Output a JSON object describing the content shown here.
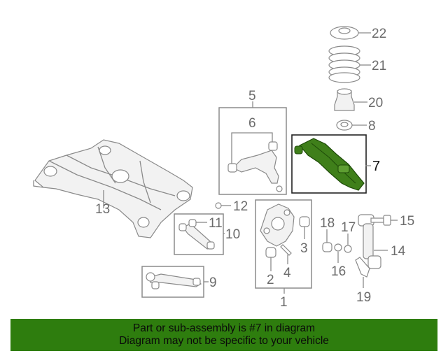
{
  "callouts": {
    "c1": "1",
    "c2": "2",
    "c3": "3",
    "c4": "4",
    "c5": "5",
    "c6": "6",
    "c7": "7",
    "c8": "8",
    "c9": "9",
    "c10": "10",
    "c11": "11",
    "c12": "12",
    "c13": "13",
    "c14": "14",
    "c15": "15",
    "c16": "16",
    "c17": "17",
    "c18": "18",
    "c19": "19",
    "c20": "20",
    "c21": "21",
    "c22": "22"
  },
  "highlight_color": "#3f7f1a",
  "banner": {
    "line1": "Part or sub-assembly is #7 in diagram",
    "line2": "Diagram may not be specific to your vehicle",
    "background": "#2e7d0e"
  }
}
